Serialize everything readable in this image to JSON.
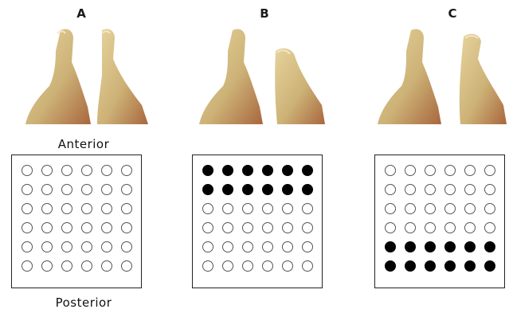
{
  "panels": [
    {
      "label": "A",
      "active_rows": []
    },
    {
      "label": "B",
      "active_rows": [
        0,
        1
      ]
    },
    {
      "label": "C",
      "active_rows": [
        4,
        5
      ]
    }
  ],
  "grid": {
    "rows": 6,
    "cols": 6
  },
  "orientation": {
    "top_label": "Anterior",
    "bottom_label": "Posterior"
  },
  "colors": {
    "active_dot": "#000000",
    "inactive_dot_border": "#555555",
    "skin_light": "#d8c28a",
    "skin_shadow": "#b56b3c"
  }
}
